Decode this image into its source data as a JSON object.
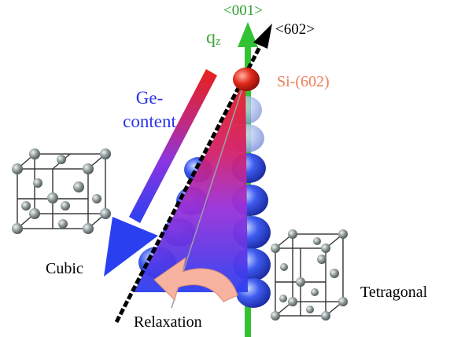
{
  "labels": {
    "axis_001": "<001>",
    "axis_602": "<602>",
    "qz_main": "q",
    "qz_sub": "z",
    "si_602": "Si-(602)",
    "ge_line1": "Ge-",
    "ge_line2": "content",
    "cubic": "Cubic",
    "tetragonal": "Tetragonal",
    "relaxation": "Relaxation"
  },
  "colors": {
    "axis_green": "#33c233",
    "label_green": "#2ca02c",
    "si_red": "#d91f10",
    "si_label": "#ef7d5a",
    "ge_label": "#2a35e8",
    "gradient_top": "#e8201a",
    "gradient_mid": "#b030d0",
    "gradient_bottom": "#2840e8",
    "relaxation_arrow": "#f8b3a0",
    "lattice_atom": "#808a8a"
  }
}
